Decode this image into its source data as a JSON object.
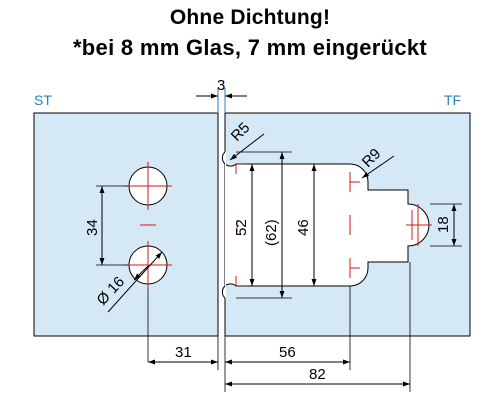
{
  "title_line1": "Ohne Dichtung!",
  "title_line2": "*bei 8 mm Glas, 7 mm eingerückt",
  "labels": {
    "left_side": "ST",
    "right_side": "TF",
    "gap": "3",
    "r5": "R5",
    "r9": "R9",
    "d34": "34",
    "d16": "Ø 16",
    "d52": "52",
    "d62": "(62)",
    "d46": "46",
    "d18": "18",
    "d31": "31",
    "d56": "56",
    "d82": "82"
  },
  "colors": {
    "plate_fill": "#d4e8f5",
    "accent_blue": "#2c7fbf",
    "centerline_red": "#d11a1a"
  }
}
